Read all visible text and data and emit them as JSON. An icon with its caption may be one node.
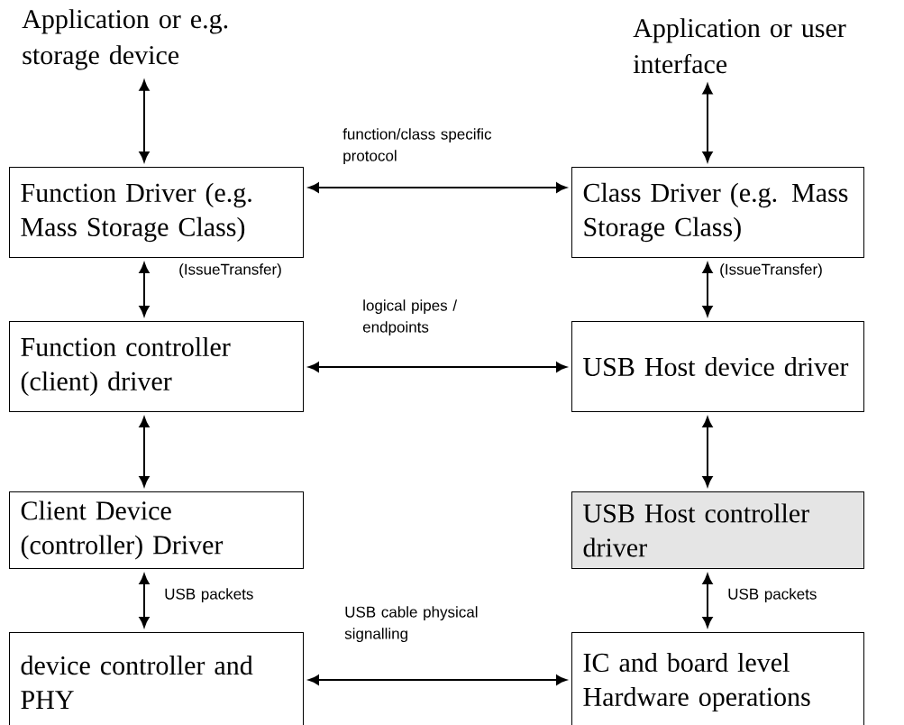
{
  "diagram": {
    "nodes": [
      {
        "text": [
          "Application or e.g. storage device"
        ]
      },
      {
        "text": [
          "Application or user interface"
        ]
      },
      {
        "text": [
          "Function Driver (e.g. Mass Storage Class)"
        ]
      },
      {
        "text": [
          "Class Driver (e.g. Mass Storage Class)"
        ]
      },
      {
        "text": [
          "Function controller (client) driver"
        ]
      },
      {
        "text": [
          "USB Host device driver"
        ]
      },
      {
        "text": [
          "Client Device (controller) Driver"
        ]
      },
      {
        "text": [
          "USB Host controller driver"
        ]
      },
      {
        "text": [
          "device controller and PHY"
        ]
      },
      {
        "text": [
          "IC and board level Hardware operations"
        ]
      }
    ],
    "edges": [
      {
        "from": 0,
        "to": 2,
        "arrow": "both"
      },
      {
        "from": 1,
        "to": 3,
        "arrow": "both"
      },
      {
        "from": 2,
        "to": 3,
        "arrow": "both",
        "label": "function/class specific protocol"
      },
      {
        "from": 2,
        "to": 4,
        "arrow": "both",
        "label": "(IssueTransfer)"
      },
      {
        "from": 3,
        "to": 5,
        "arrow": "both",
        "label": "(IssueTransfer)"
      },
      {
        "from": 4,
        "to": 5,
        "arrow": "both",
        "label": "logical pipes / endpoints"
      },
      {
        "from": 4,
        "to": 6,
        "arrow": "both"
      },
      {
        "from": 5,
        "to": 7,
        "arrow": "both"
      },
      {
        "from": 6,
        "to": 8,
        "arrow": "both",
        "label": "USB packets"
      },
      {
        "from": 7,
        "to": 9,
        "arrow": "both",
        "label": "USB packets"
      },
      {
        "from": 8,
        "to": 9,
        "arrow": "both",
        "label": "USB cable physical signalling"
      }
    ]
  }
}
